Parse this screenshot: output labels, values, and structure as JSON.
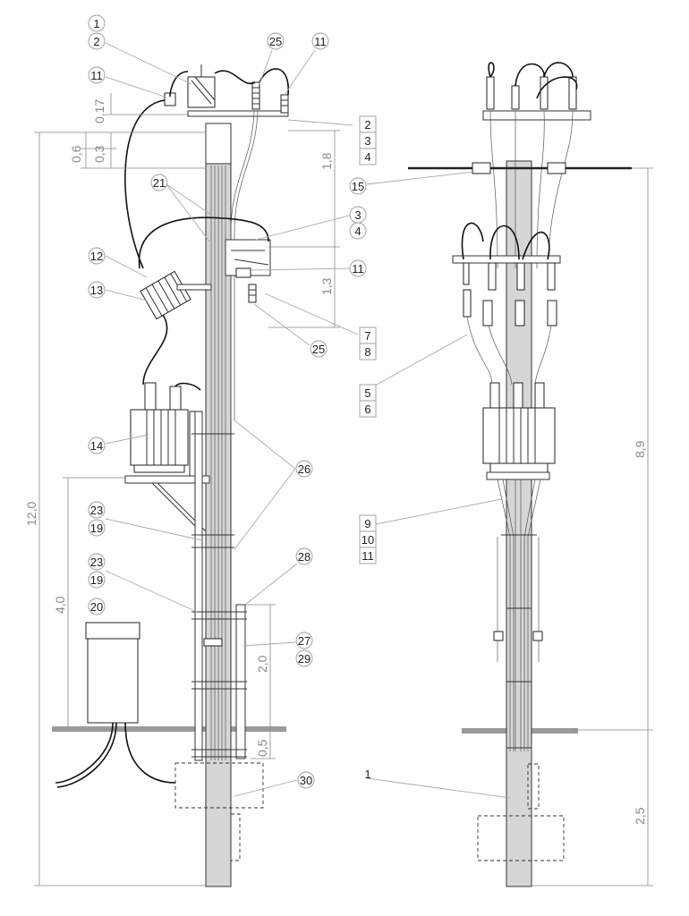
{
  "labels": {
    "c1": "1",
    "c2": "2",
    "c11a": "11",
    "c25a": "25",
    "c11b": "11",
    "c21": "21",
    "c12": "12",
    "c13": "13",
    "c14": "14",
    "c23a": "23",
    "c19a": "19",
    "c23b": "23",
    "c19b": "19",
    "c20": "20",
    "c26": "26",
    "c28": "28",
    "c27": "27",
    "c29": "29",
    "c30": "30",
    "c3": "3",
    "c4": "4",
    "c11c": "11",
    "c25b": "25",
    "c15": "15",
    "b2": "2",
    "b3": "3",
    "b4": "4",
    "b7": "7",
    "b8": "8",
    "b5": "5",
    "b6": "6",
    "b9": "9",
    "b10": "10",
    "b11": "11",
    "b1": "1"
  },
  "dims": {
    "d017": "0,17",
    "d06": "0,6",
    "d03": "0,3",
    "d120": "12,0",
    "d18": "1,8",
    "d13": "1,3",
    "d40": "4,0",
    "d20": "2,0",
    "d05": "0,5",
    "d89": "8,9",
    "d25": "2,5"
  }
}
